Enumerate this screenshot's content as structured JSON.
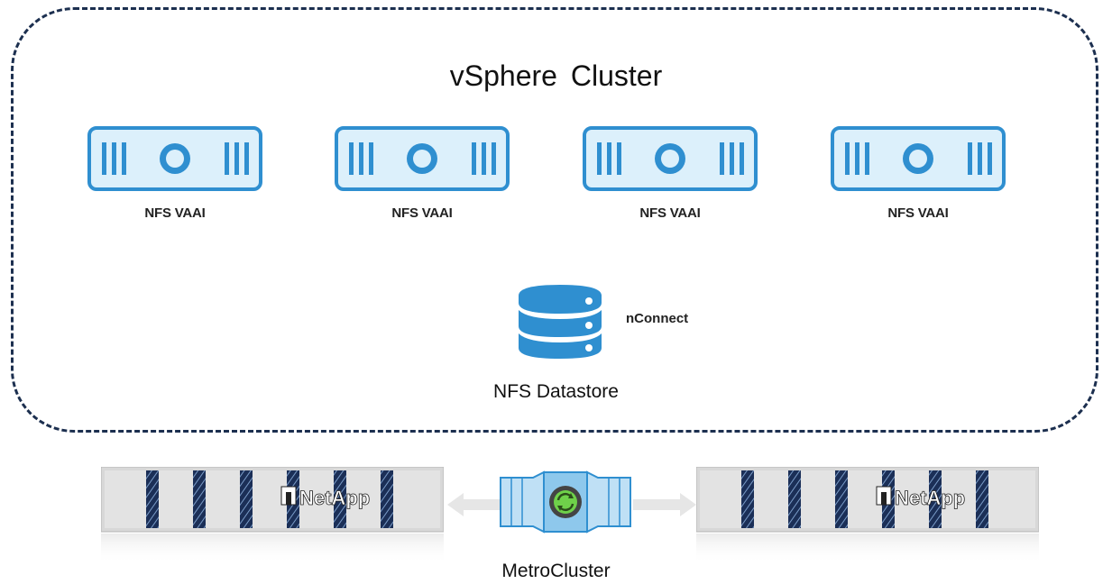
{
  "cluster": {
    "title": "vSphere  Cluster",
    "hosts": [
      {
        "label": "NFS VAAI",
        "icon": "server-icon"
      },
      {
        "label": "NFS VAAI",
        "icon": "server-icon"
      },
      {
        "label": "NFS VAAI",
        "icon": "server-icon"
      },
      {
        "label": "NFS VAAI",
        "icon": "server-icon"
      }
    ],
    "datastore": {
      "label": "NFS Datastore",
      "protocol_label": "nConnect",
      "icon": "database-icon"
    },
    "border_color": "#1c2f4f"
  },
  "storage": {
    "arrays": [
      {
        "brand": "NetApp",
        "icon": "storage-array-icon"
      },
      {
        "brand": "NetApp",
        "icon": "storage-array-icon"
      }
    ],
    "link": {
      "label": "MetroCluster",
      "icon": "sync-switch-icon"
    }
  },
  "colors": {
    "icon_blue": "#2f8fd0",
    "icon_fill": "#dcf0fb",
    "stripe_navy": "#1b2f57"
  }
}
